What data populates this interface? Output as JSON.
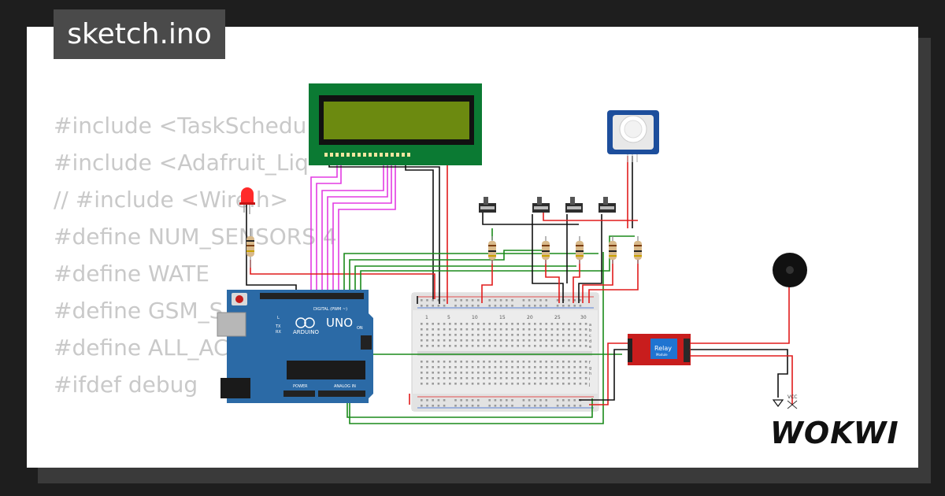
{
  "title": "sketch.ino",
  "code_lines": [
    "#include <TaskSchedu",
    "#include <Adafruit_Liq",
    "// #include <Wire.h>",
    "",
    "#define NUM_SENSORS 4",
    "",
    "#define WATE",
    "#define GSM_S",
    "#define ALL_ACTIONS 0x03",
    "",
    "#ifdef debug"
  ],
  "arduino": {
    "model": "UNO",
    "brand": "ARDUINO",
    "digital_label": "DIGITAL (PWM ~)",
    "analog_label": "ANALOG IN",
    "power_label": "POWER",
    "on_label": "ON",
    "tx": "TX",
    "rx": "RX",
    "l": "L"
  },
  "relay": {
    "label": "Relay",
    "sublabel": "Module"
  },
  "power_labels": {
    "vcc": "VCC"
  },
  "logo": "WOKWI",
  "breadboard_numbers": [
    "1",
    "5",
    "10",
    "15",
    "20",
    "25",
    "30"
  ],
  "breadboard_rows": [
    "a",
    "b",
    "c",
    "d",
    "e",
    "f",
    "g",
    "h",
    "i",
    "j"
  ],
  "colors": {
    "wire_red": "#e11c1c",
    "wire_black": "#111111",
    "wire_green": "#1a8a1a",
    "wire_magenta": "#e33be3",
    "lcd_screen": "#6c8a10",
    "arduino_blue": "#2b6aa6",
    "relay_red": "#c81d1d"
  }
}
